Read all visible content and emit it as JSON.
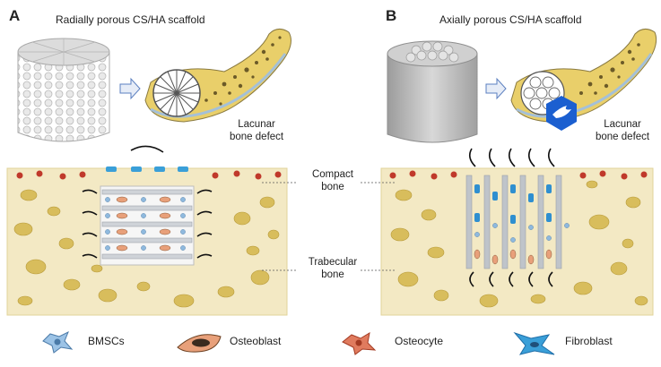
{
  "panels": [
    {
      "letter": "A",
      "title": "Radially porous CS/HA scaffold",
      "defect_label": "Lacunar\nbone defect"
    },
    {
      "letter": "B",
      "title": "Axially porous CS/HA scaffold",
      "defect_label": "Lacunar\nbone defect"
    }
  ],
  "bone_labels": {
    "compact": "Compact\nbone",
    "trabecular": "Trabecular\nbone"
  },
  "legend": [
    {
      "label": "BMSCs",
      "icon": "bmsc-icon",
      "color": "#6fa8d6"
    },
    {
      "label": "Osteoblast",
      "icon": "osteoblast-icon",
      "color": "#e8a07a"
    },
    {
      "label": "Osteocyte",
      "icon": "osteocyte-icon",
      "color": "#d9604a"
    },
    {
      "label": "Fibroblast",
      "icon": "fibroblast-icon",
      "color": "#3a9fd8"
    }
  ],
  "colors": {
    "bone": "#f3e9c4",
    "bone_border": "#e0d39a",
    "scaffold": "#d6d6d6",
    "marrow": "#c9a93a",
    "osteocyte": "#c0392b",
    "fibroblast": "#2f8fd0"
  }
}
